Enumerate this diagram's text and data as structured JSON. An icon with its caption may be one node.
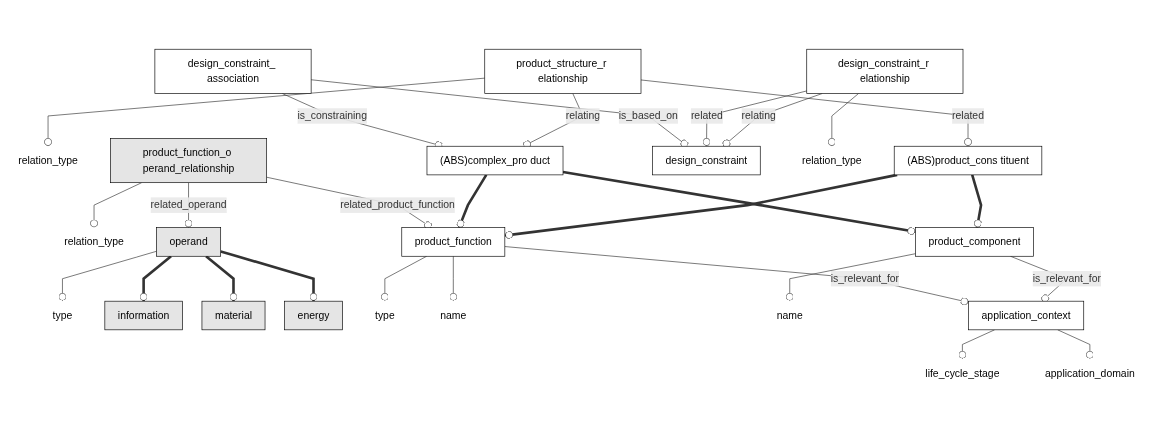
{
  "diagram": {
    "nodes": [
      {
        "text": [
          "design_constraint"
        ]
      },
      {
        "text": [
          "design_constraint_ association"
        ]
      },
      {
        "text": [
          "(ABS)complex_pro duct"
        ]
      },
      {
        "text": [
          "product_structure_r elationship"
        ]
      },
      {
        "text": [
          "(ABS)product_cons tituent"
        ]
      },
      {
        "text": [
          "design_constraint_r elationship"
        ]
      },
      {
        "text": [
          "product_function_o perand_relationship"
        ]
      },
      {
        "text": [
          "product_function"
        ]
      },
      {
        "text": [
          "product_component"
        ]
      },
      {
        "text": [
          "operand"
        ]
      },
      {
        "text": [
          "application_context"
        ]
      },
      {
        "text": [
          "information"
        ]
      },
      {
        "text": [
          "material"
        ]
      },
      {
        "text": [
          "energy"
        ]
      },
      {
        "text": [
          "relation_type"
        ]
      },
      {
        "text": [
          "relation_type"
        ]
      },
      {
        "text": [
          "type"
        ]
      },
      {
        "text": [
          "name"
        ]
      },
      {
        "text": [
          "relation_type"
        ]
      },
      {
        "text": [
          "name"
        ]
      },
      {
        "text": [
          "type"
        ]
      },
      {
        "text": [
          "life_cycle_stage"
        ]
      },
      {
        "text": [
          "application_domain"
        ]
      }
    ],
    "edges": [
      {
        "from": 1,
        "to": 0,
        "arrow": "other",
        "label": "is_based_on"
      },
      {
        "from": 1,
        "to": 2,
        "arrow": "other",
        "label": "is_constraining"
      },
      {
        "from": 3,
        "to": 2,
        "arrow": "other",
        "label": "relating"
      },
      {
        "from": 3,
        "to": 4,
        "arrow": "other",
        "label": "related"
      },
      {
        "from": 5,
        "to": 0,
        "arrow": "other",
        "label": "related"
      },
      {
        "from": 5,
        "to": 0,
        "arrow": "other",
        "label": "relating"
      },
      {
        "from": 6,
        "to": 7,
        "arrow": "other",
        "label": "related_product_function"
      },
      {
        "from": 6,
        "to": 9,
        "arrow": "other",
        "label": "related_operand"
      },
      {
        "from": 7,
        "to": 10,
        "arrow": "other",
        "label": "is_relevant_for"
      },
      {
        "from": 8,
        "to": 10,
        "arrow": "other",
        "label": "is_relevant_for"
      },
      {
        "from": 2,
        "to": 7,
        "arrow": "other",
        "style": "thick"
      },
      {
        "from": 2,
        "to": 8,
        "arrow": "other",
        "style": "thick"
      },
      {
        "from": 4,
        "to": 7,
        "arrow": "other",
        "style": "thick"
      },
      {
        "from": 4,
        "to": 8,
        "arrow": "other",
        "style": "thick"
      },
      {
        "from": 9,
        "to": 11,
        "arrow": "other",
        "style": "thick"
      },
      {
        "from": 9,
        "to": 12,
        "arrow": "other",
        "style": "thick"
      },
      {
        "from": 9,
        "to": 13,
        "arrow": "other",
        "style": "thick"
      },
      {
        "from": 3,
        "to": 14,
        "arrow": "other"
      },
      {
        "from": 6,
        "to": 15,
        "arrow": "other"
      },
      {
        "from": 7,
        "to": 16,
        "arrow": "other"
      },
      {
        "from": 7,
        "to": 17,
        "arrow": "other"
      },
      {
        "from": 5,
        "to": 18,
        "arrow": "other"
      },
      {
        "from": 8,
        "to": 19,
        "arrow": "other"
      },
      {
        "from": 9,
        "to": 20,
        "arrow": "other"
      },
      {
        "from": 10,
        "to": 21,
        "arrow": "other"
      },
      {
        "from": 10,
        "to": 22,
        "arrow": "other"
      }
    ]
  }
}
